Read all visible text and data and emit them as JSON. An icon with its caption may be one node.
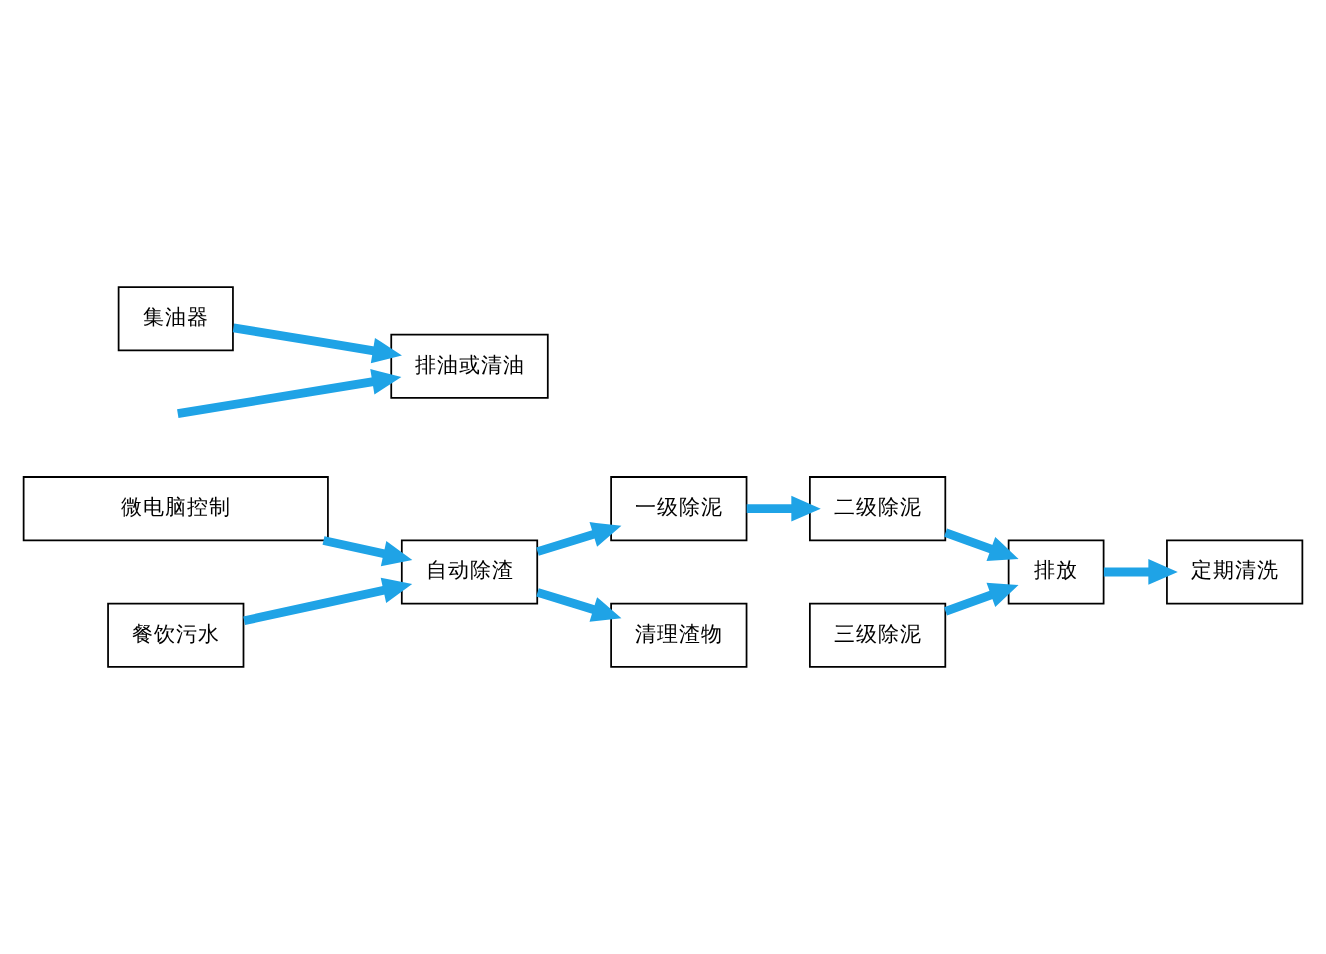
{
  "diagram": {
    "nodes": [
      {
        "text": [
          "微电脑控制"
        ]
      },
      {
        "text": [
          "集油器"
        ]
      },
      {
        "text": [
          "排油或清油"
        ]
      },
      {
        "text": [
          "餐饮污水"
        ]
      },
      {
        "text": [
          "自动除渣"
        ]
      },
      {
        "text": [
          "一级除泥"
        ]
      },
      {
        "text": [
          "二级除泥"
        ]
      },
      {
        "text": [
          "清理渣物"
        ]
      },
      {
        "text": [
          "三级除泥"
        ]
      },
      {
        "text": [
          "排放"
        ]
      },
      {
        "text": [
          "定期清洗"
        ]
      }
    ],
    "edges": [
      {
        "from": 1,
        "to": 2,
        "arrow": "to"
      },
      {
        "from": null,
        "to": 2,
        "arrow": "to"
      },
      {
        "from": 0,
        "to": 4,
        "arrow": "to"
      },
      {
        "from": 3,
        "to": 4,
        "arrow": "to"
      },
      {
        "from": 4,
        "to": 5,
        "arrow": "to"
      },
      {
        "from": 5,
        "to": 6,
        "arrow": "to"
      },
      {
        "from": 4,
        "to": 7,
        "arrow": "to"
      },
      {
        "from": 6,
        "to": 9,
        "arrow": "to"
      },
      {
        "from": 8,
        "to": 9,
        "arrow": "to"
      },
      {
        "from": 9,
        "to": 10,
        "arrow": "to"
      }
    ]
  }
}
